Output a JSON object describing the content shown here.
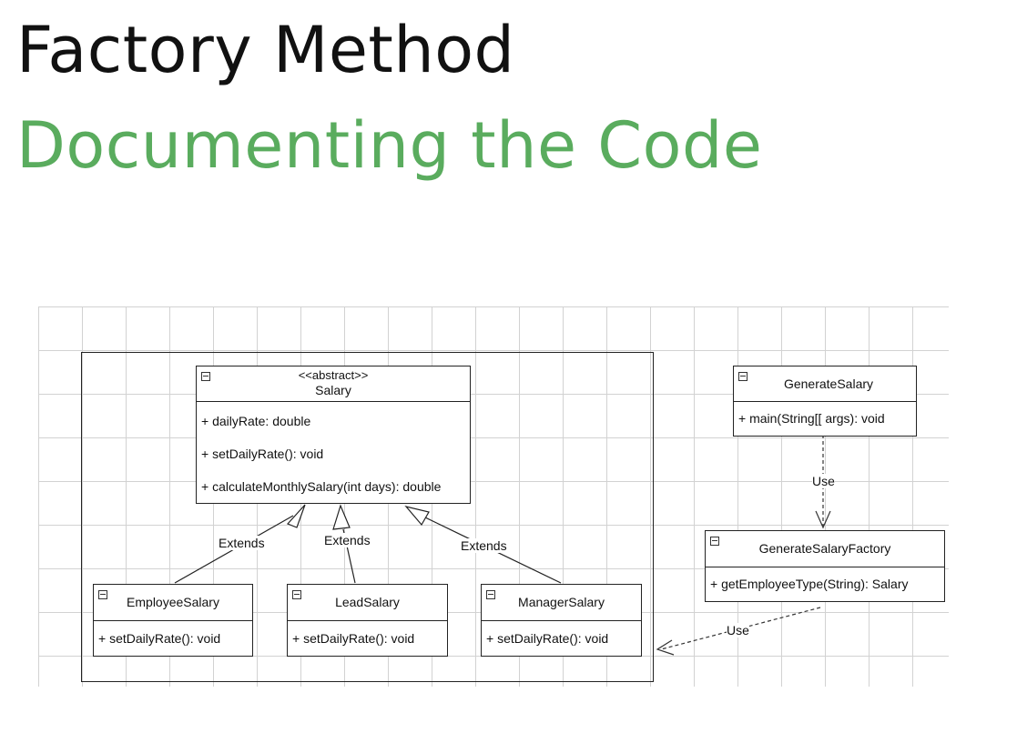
{
  "slide": {
    "title": "Factory Method",
    "subtitle": "Documenting the Code"
  },
  "colors": {
    "subtitle": "#5aac5e",
    "title": "#111111"
  },
  "diagram": {
    "salary": {
      "stereotype": "<<abstract>>",
      "name": "Salary",
      "members": [
        "+ dailyRate: double",
        "+ setDailyRate(): void",
        "+ calculateMonthlySalary(int days): double"
      ]
    },
    "employee": {
      "name": "EmployeeSalary",
      "method": "+ setDailyRate(): void"
    },
    "lead": {
      "name": "LeadSalary",
      "method": "+ setDailyRate(): void"
    },
    "manager": {
      "name": "ManagerSalary",
      "method": "+ setDailyRate(): void"
    },
    "generate": {
      "name": "GenerateSalary",
      "method": "+ main(String[[ args): void"
    },
    "factory": {
      "name": "GenerateSalaryFactory",
      "method": "+ getEmployeeType(String): Salary"
    },
    "labels": {
      "extends1": "Extends",
      "extends2": "Extends",
      "extends3": "Extends",
      "use1": "Use",
      "use2": "Use"
    }
  }
}
